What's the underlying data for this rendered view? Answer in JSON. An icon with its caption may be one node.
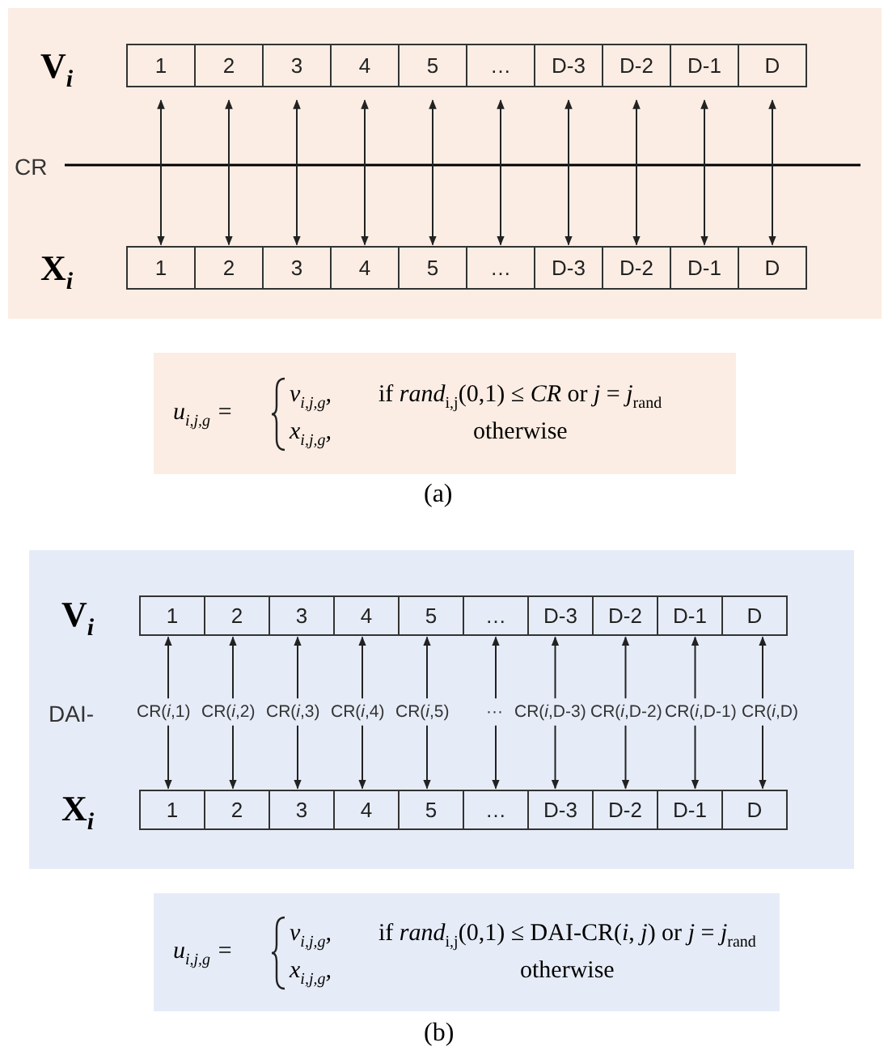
{
  "diagram": {
    "nodes": [
      {
        "text": [
          "1"
        ]
      },
      {
        "text": [
          "2"
        ]
      },
      {
        "text": [
          "3"
        ]
      },
      {
        "text": [
          "4"
        ]
      },
      {
        "text": [
          "5"
        ]
      },
      {
        "text": [
          "…"
        ]
      },
      {
        "text": [
          "D-3"
        ]
      },
      {
        "text": [
          "D-2"
        ]
      },
      {
        "text": [
          "D-1"
        ]
      },
      {
        "text": [
          "D"
        ]
      },
      {
        "text": [
          "1"
        ]
      },
      {
        "text": [
          "2"
        ]
      },
      {
        "text": [
          "3"
        ]
      },
      {
        "text": [
          "4"
        ]
      },
      {
        "text": [
          "5"
        ]
      },
      {
        "text": [
          "…"
        ]
      },
      {
        "text": [
          "D-3"
        ]
      },
      {
        "text": [
          "D-2"
        ]
      },
      {
        "text": [
          "D-1"
        ]
      },
      {
        "text": [
          "D"
        ]
      },
      {
        "text": [
          "u$_{i,j,g}$ =",
          "v$_{i,j,g}$,",
          "if *rand*$_{i,j}$(0,1) ≤ *CR* or *j* = *j*$_{rand}$",
          "x$_{i,j,g}$,",
          "otherwise"
        ]
      },
      {
        "text": [
          "1"
        ]
      },
      {
        "text": [
          "2"
        ]
      },
      {
        "text": [
          "3"
        ]
      },
      {
        "text": [
          "4"
        ]
      },
      {
        "text": [
          "5"
        ]
      },
      {
        "text": [
          "…"
        ]
      },
      {
        "text": [
          "D-3"
        ]
      },
      {
        "text": [
          "D-2"
        ]
      },
      {
        "text": [
          "D-1"
        ]
      },
      {
        "text": [
          "D"
        ]
      },
      {
        "text": [
          "CR(*i*,1)"
        ]
      },
      {
        "text": [
          "CR(*i*,2)"
        ]
      },
      {
        "text": [
          "CR(*i*,3)"
        ]
      },
      {
        "text": [
          "CR(*i*,4)"
        ]
      },
      {
        "text": [
          "CR(*i*,5)"
        ]
      },
      {
        "text": [
          "···"
        ]
      },
      {
        "text": [
          "CR(*i*,D-3)"
        ]
      },
      {
        "text": [
          "CR(*i*,D-2)"
        ]
      },
      {
        "text": [
          "CR(*i*,D-1)"
        ]
      },
      {
        "text": [
          "CR(*i*,D)"
        ]
      },
      {
        "text": [
          "1"
        ]
      },
      {
        "text": [
          "2"
        ]
      },
      {
        "text": [
          "3"
        ]
      },
      {
        "text": [
          "4"
        ]
      },
      {
        "text": [
          "5"
        ]
      },
      {
        "text": [
          "…"
        ]
      },
      {
        "text": [
          "D-3"
        ]
      },
      {
        "text": [
          "D-2"
        ]
      },
      {
        "text": [
          "D-1"
        ]
      },
      {
        "text": [
          "D"
        ]
      },
      {
        "text": [
          "u$_{i,j,g}$ =",
          "v$_{i,j,g}$,",
          "if *rand*$_{i,j}$(0,1) ≤ DAI-CR(*i*, *j*) or *j* = *j*$_{rand}$",
          "x$_{i,j,g}$,",
          "otherwise"
        ]
      }
    ],
    "edges": [
      {
        "from": 0,
        "to": 10,
        "arrow": "both"
      },
      {
        "from": 1,
        "to": 11,
        "arrow": "both"
      },
      {
        "from": 2,
        "to": 12,
        "arrow": "both"
      },
      {
        "from": 3,
        "to": 13,
        "arrow": "both"
      },
      {
        "from": 4,
        "to": 14,
        "arrow": "both"
      },
      {
        "from": 5,
        "to": 15,
        "arrow": "both"
      },
      {
        "from": 6,
        "to": 16,
        "arrow": "both"
      },
      {
        "from": 7,
        "to": 17,
        "arrow": "both"
      },
      {
        "from": 8,
        "to": 18,
        "arrow": "both"
      },
      {
        "from": 9,
        "to": 19,
        "arrow": "both"
      },
      {
        "from": 31,
        "to": 21,
        "arrow": "to"
      },
      {
        "from": 31,
        "to": 41,
        "arrow": "to"
      },
      {
        "from": 32,
        "to": 22,
        "arrow": "to"
      },
      {
        "from": 32,
        "to": 42,
        "arrow": "to"
      },
      {
        "from": 33,
        "to": 23,
        "arrow": "to"
      },
      {
        "from": 33,
        "to": 43,
        "arrow": "to"
      },
      {
        "from": 34,
        "to": 24,
        "arrow": "to"
      },
      {
        "from": 34,
        "to": 44,
        "arrow": "to"
      },
      {
        "from": 35,
        "to": 25,
        "arrow": "to"
      },
      {
        "from": 35,
        "to": 45,
        "arrow": "to"
      },
      {
        "from": 36,
        "to": 26,
        "arrow": "to"
      },
      {
        "from": 36,
        "to": 46,
        "arrow": "to"
      },
      {
        "from": 37,
        "to": 27,
        "arrow": "to"
      },
      {
        "from": 37,
        "to": 47,
        "arrow": "to"
      },
      {
        "from": 38,
        "to": 28,
        "arrow": "to"
      },
      {
        "from": 38,
        "to": 48,
        "arrow": "to"
      },
      {
        "from": 39,
        "to": 29,
        "arrow": "to"
      },
      {
        "from": 39,
        "to": 49,
        "arrow": "to"
      },
      {
        "from": 40,
        "to": 30,
        "arrow": "to"
      },
      {
        "from": 40,
        "to": 50,
        "arrow": "to"
      }
    ],
    "labels": [
      "V$_{i}$",
      "CR",
      "X$_{i}$",
      "(a)",
      "V$_{i}$",
      "DAI-",
      "X$_{i}$",
      "(b)"
    ]
  }
}
